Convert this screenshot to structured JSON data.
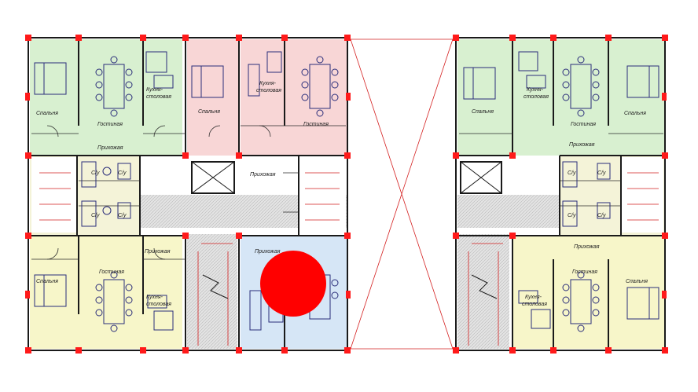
{
  "labels": {
    "bedroom": "Спальня",
    "living": "Гостиная",
    "kitchen_line1": "Кухня-",
    "kitchen_line2": "столовая",
    "hall": "Прихожая",
    "bath": "С/у"
  },
  "colors": {
    "green": "#d8f0d0",
    "pink": "#f8d6d6",
    "yellow": "#f7f6c9",
    "blue": "#d6e6f6",
    "corridor": "#dcdcdc",
    "column": "#ff1a1a",
    "marker": "#ff0000"
  },
  "marker": "red-circle"
}
